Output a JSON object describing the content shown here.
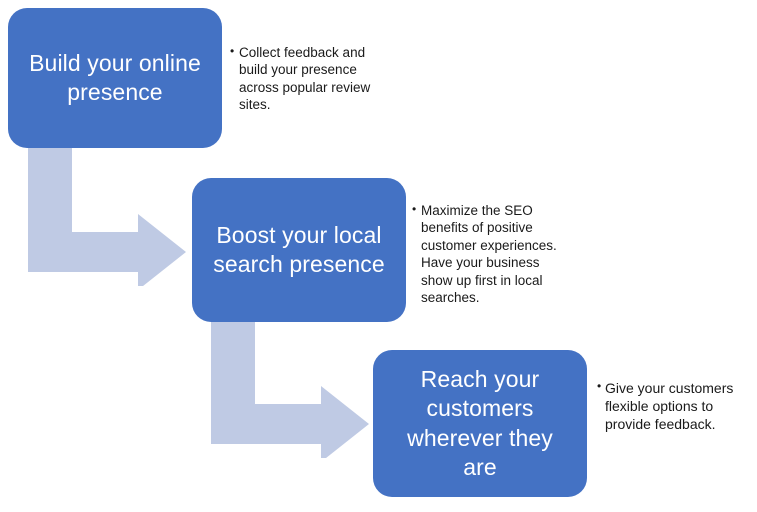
{
  "diagram": {
    "title": "Three-step staircase process diagram",
    "colors": {
      "box_fill": "#4472C4",
      "box_text": "#FFFFFF",
      "arrow_fill": "#BFCAE4",
      "callout_text": "#1A1A1A",
      "background": "#FFFFFF"
    },
    "steps": [
      {
        "index": 1,
        "box_label": "Build your online\npresence",
        "callout_bullets": [
          "Collect feedback and build your presence across popular review sites."
        ]
      },
      {
        "index": 2,
        "box_label": "Boost your local\nsearch presence",
        "callout_bullets": [
          "Maximize the SEO benefits of positive customer experiences. Have your business show up first in local searches."
        ]
      },
      {
        "index": 3,
        "box_label": "Reach your\ncustomers\nwherever they\nare",
        "callout_bullets": [
          "Give your customers flexible options to provide feedback."
        ]
      }
    ],
    "connectors": [
      {
        "name": "bent-arrow-step1-to-step2",
        "shape": "elbow-arrow-down-right"
      },
      {
        "name": "bent-arrow-step2-to-step3",
        "shape": "elbow-arrow-down-right"
      }
    ]
  }
}
